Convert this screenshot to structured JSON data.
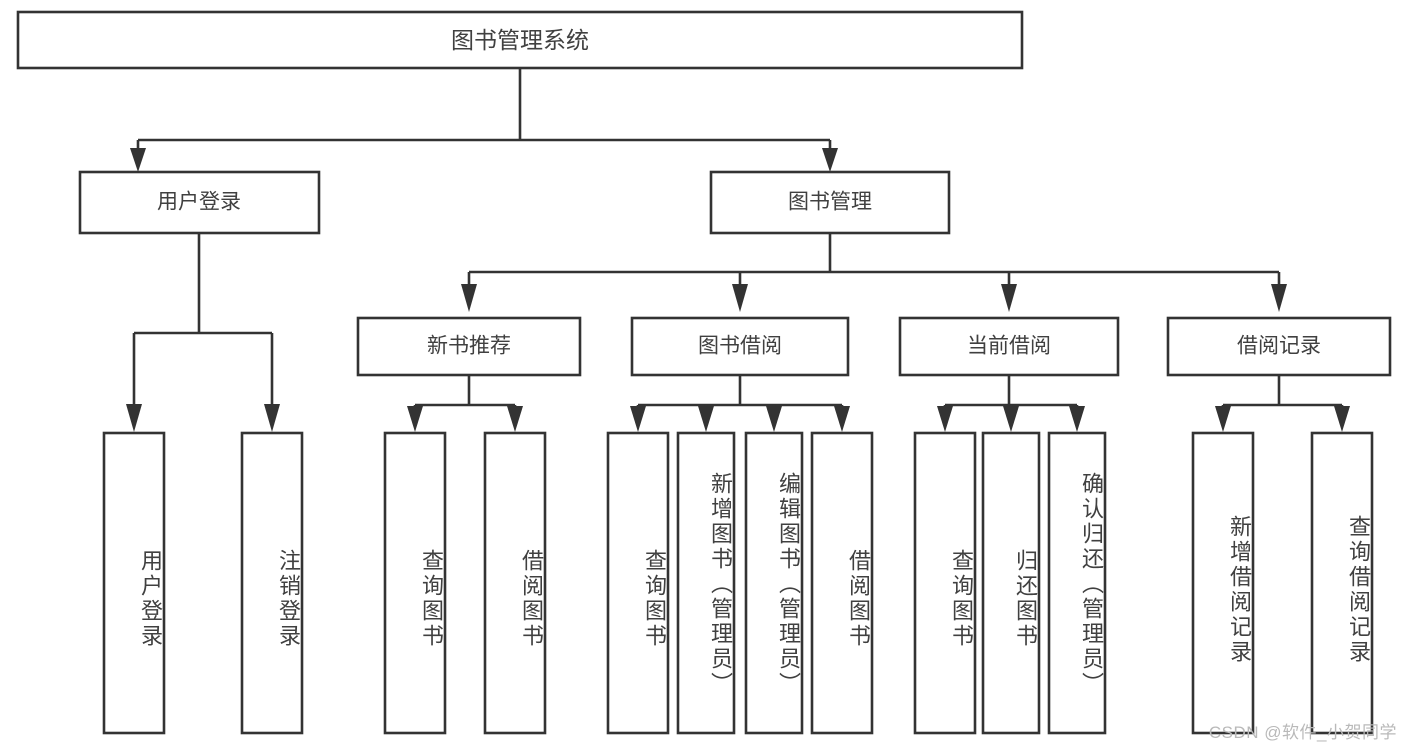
{
  "diagram": {
    "title": "图书管理系统",
    "type": "tree-hierarchy-diagram",
    "watermark": "CSDN @软件_小贺同学",
    "colors": {
      "box_fill": "#ffffff",
      "box_stroke": "#333333",
      "text": "#404040",
      "background": "#ffffff",
      "watermark": "#b9b9b9"
    },
    "levels": {
      "root": {
        "label": "图书管理系统"
      },
      "level2": [
        {
          "label": "用户登录"
        },
        {
          "label": "图书管理"
        }
      ],
      "level3": [
        {
          "label": "新书推荐"
        },
        {
          "label": "图书借阅"
        },
        {
          "label": "当前借阅"
        },
        {
          "label": "借阅记录"
        }
      ],
      "leaves": {
        "user_login": [
          {
            "label": "用户登录"
          },
          {
            "label": "注销登录"
          }
        ],
        "new_book_recommend": [
          {
            "label": "查询图书"
          },
          {
            "label": "借阅图书"
          }
        ],
        "book_borrow": [
          {
            "label": "查询图书"
          },
          {
            "label": "新增图书（管理员）"
          },
          {
            "label": "编辑图书（管理员）"
          },
          {
            "label": "借阅图书"
          }
        ],
        "current_borrow": [
          {
            "label": "查询图书"
          },
          {
            "label": "归还图书"
          },
          {
            "label": "确认归还（管理员）"
          }
        ],
        "borrow_record": [
          {
            "label": "新增借阅记录"
          },
          {
            "label": "查询借阅记录"
          }
        ]
      }
    }
  }
}
